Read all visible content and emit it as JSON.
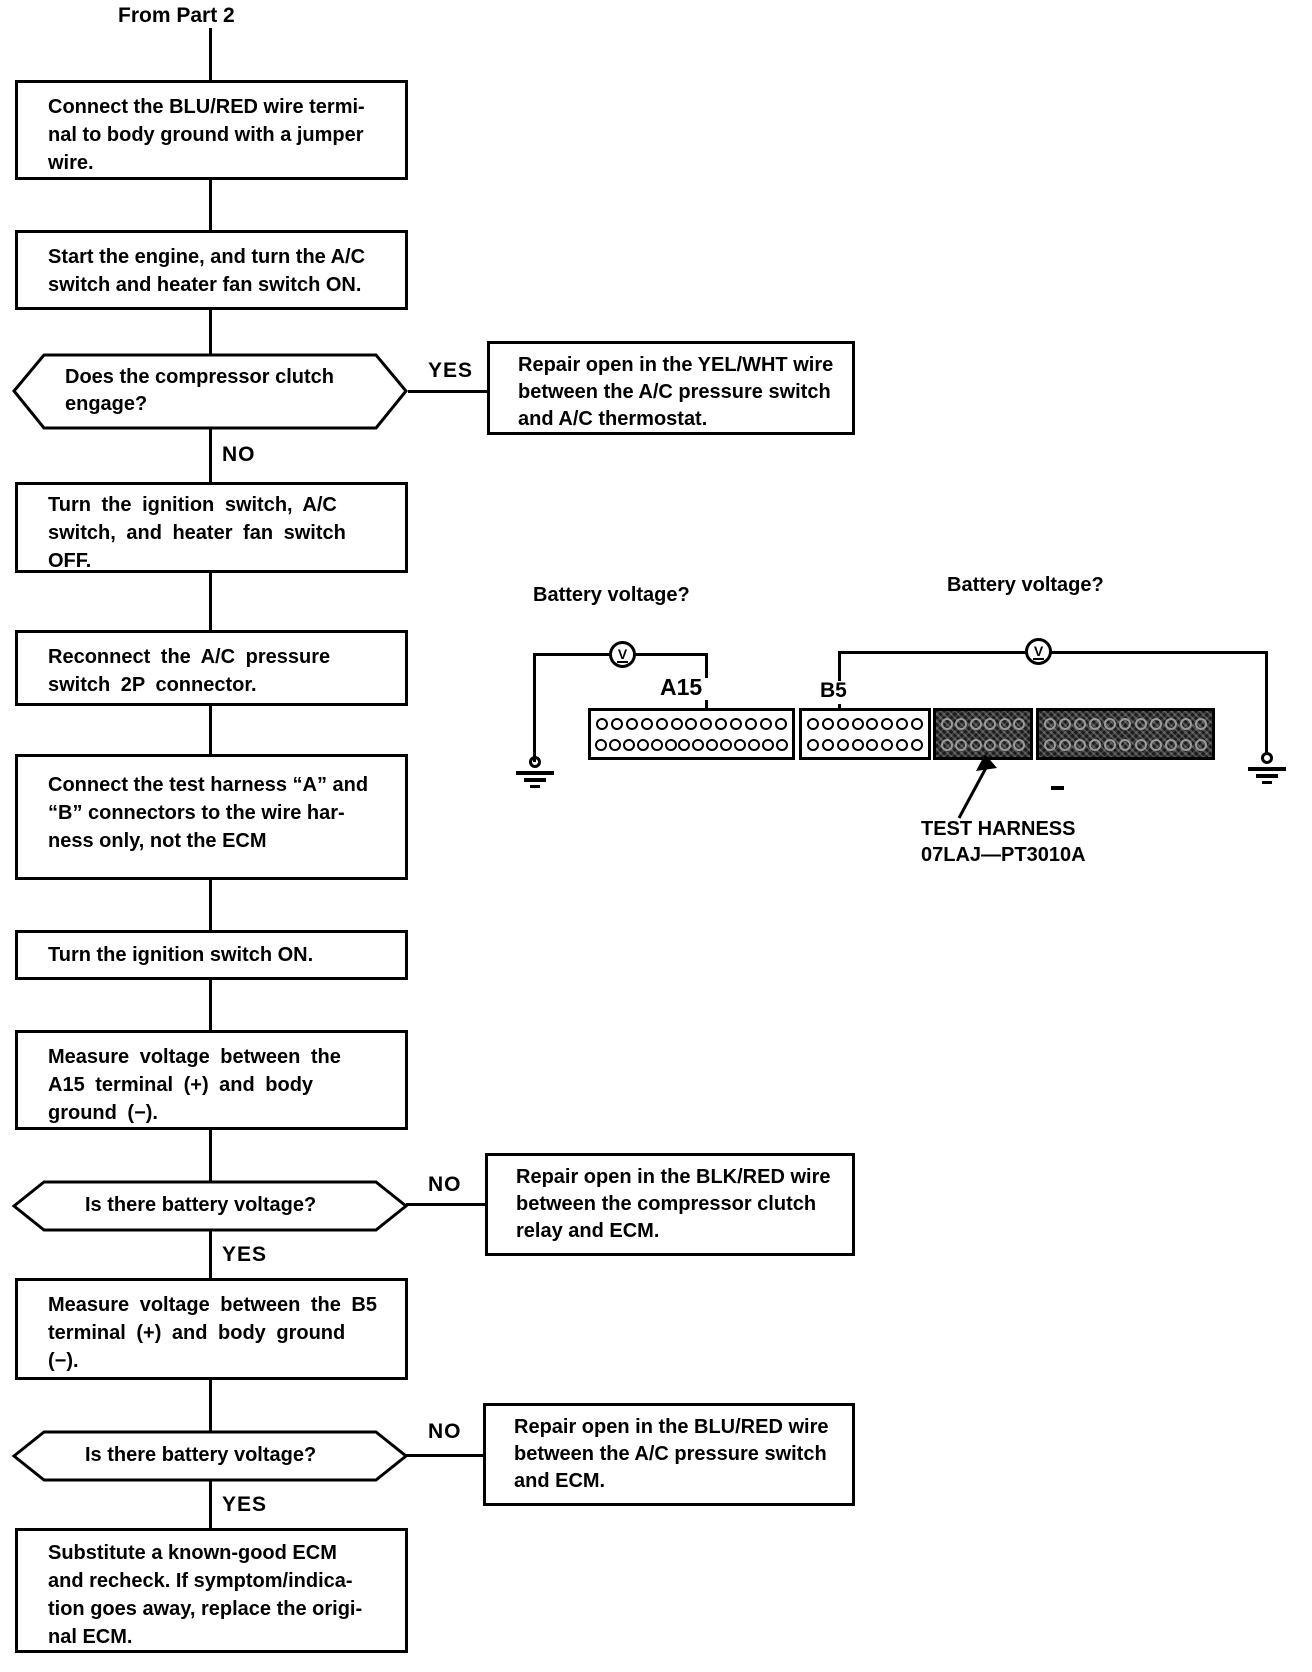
{
  "page": {
    "colors": {
      "ink": "#000000",
      "paper": "#ffffff",
      "shaded_connector": "#1c1c1c"
    }
  },
  "flow": {
    "from_label": "From Part 2",
    "yes": "YES",
    "no": "NO",
    "box_connect_jumper": {
      "lines": [
        "Connect the BLU/RED wire termi-",
        "nal to body ground with a jumper",
        "wire."
      ]
    },
    "box_start_engine": {
      "lines": [
        "Start the engine, and turn the A/C",
        "switch and heater fan switch ON."
      ]
    },
    "dec_clutch": {
      "lines": [
        "Does the compressor clutch",
        "engage?"
      ]
    },
    "box_repair_yelwht": {
      "lines": [
        "Repair open in the YEL/WHT wire",
        "between the A/C pressure switch",
        "and A/C thermostat."
      ]
    },
    "box_switches_off": {
      "lines": [
        "Turn the ignition switch, A/C",
        "switch, and heater fan switch",
        "OFF."
      ]
    },
    "box_reconnect_2p": {
      "lines": [
        "Reconnect the A/C pressure",
        "switch 2P connector."
      ]
    },
    "box_connect_harness": {
      "lines": [
        "Connect the test harness “A” and",
        "“B” connectors to the wire har-",
        "ness only, not the ECM"
      ]
    },
    "box_ignition_on": {
      "lines": [
        "Turn the ignition switch ON."
      ]
    },
    "box_measure_a15": {
      "lines": [
        "Measure voltage between the",
        "A15 terminal (+) and body",
        "ground (−)."
      ]
    },
    "dec_batt1": {
      "lines": [
        "Is there battery voltage?"
      ]
    },
    "box_repair_blkred": {
      "lines": [
        "Repair open in the BLK/RED wire",
        "between the compressor clutch",
        "relay and ECM."
      ]
    },
    "box_measure_b5": {
      "lines": [
        "Measure voltage between the B5",
        "terminal (+) and body ground",
        "(−)."
      ]
    },
    "dec_batt2": {
      "lines": [
        "Is there battery voltage?"
      ]
    },
    "box_repair_blured": {
      "lines": [
        "Repair open in the BLU/RED wire",
        "between the A/C pressure switch",
        "and ECM."
      ]
    },
    "box_substitute": {
      "lines": [
        "Substitute a known-good ECM",
        "and recheck. If symptom/indica-",
        "tion goes away, replace the origi-",
        "nal ECM."
      ]
    }
  },
  "diagram": {
    "battery_voltage_left": "Battery voltage?",
    "battery_voltage_right": "Battery voltage?",
    "voltmeter": "V",
    "terminal_a15": "A15",
    "terminal_b5": "B5",
    "test_harness": {
      "line1": "TEST HARNESS",
      "line2": "07LAJ—PT3010A"
    },
    "connector": {
      "sections": [
        {
          "name": "A",
          "shaded": false,
          "row1": 13,
          "row2": 14
        },
        {
          "name": "B",
          "shaded": false,
          "row1": 8,
          "row2": 8
        },
        {
          "name": "C",
          "shaded": true,
          "row1": 6,
          "row2": 6
        },
        {
          "name": "D",
          "shaded": true,
          "row1": 11,
          "row2": 11
        }
      ]
    }
  }
}
